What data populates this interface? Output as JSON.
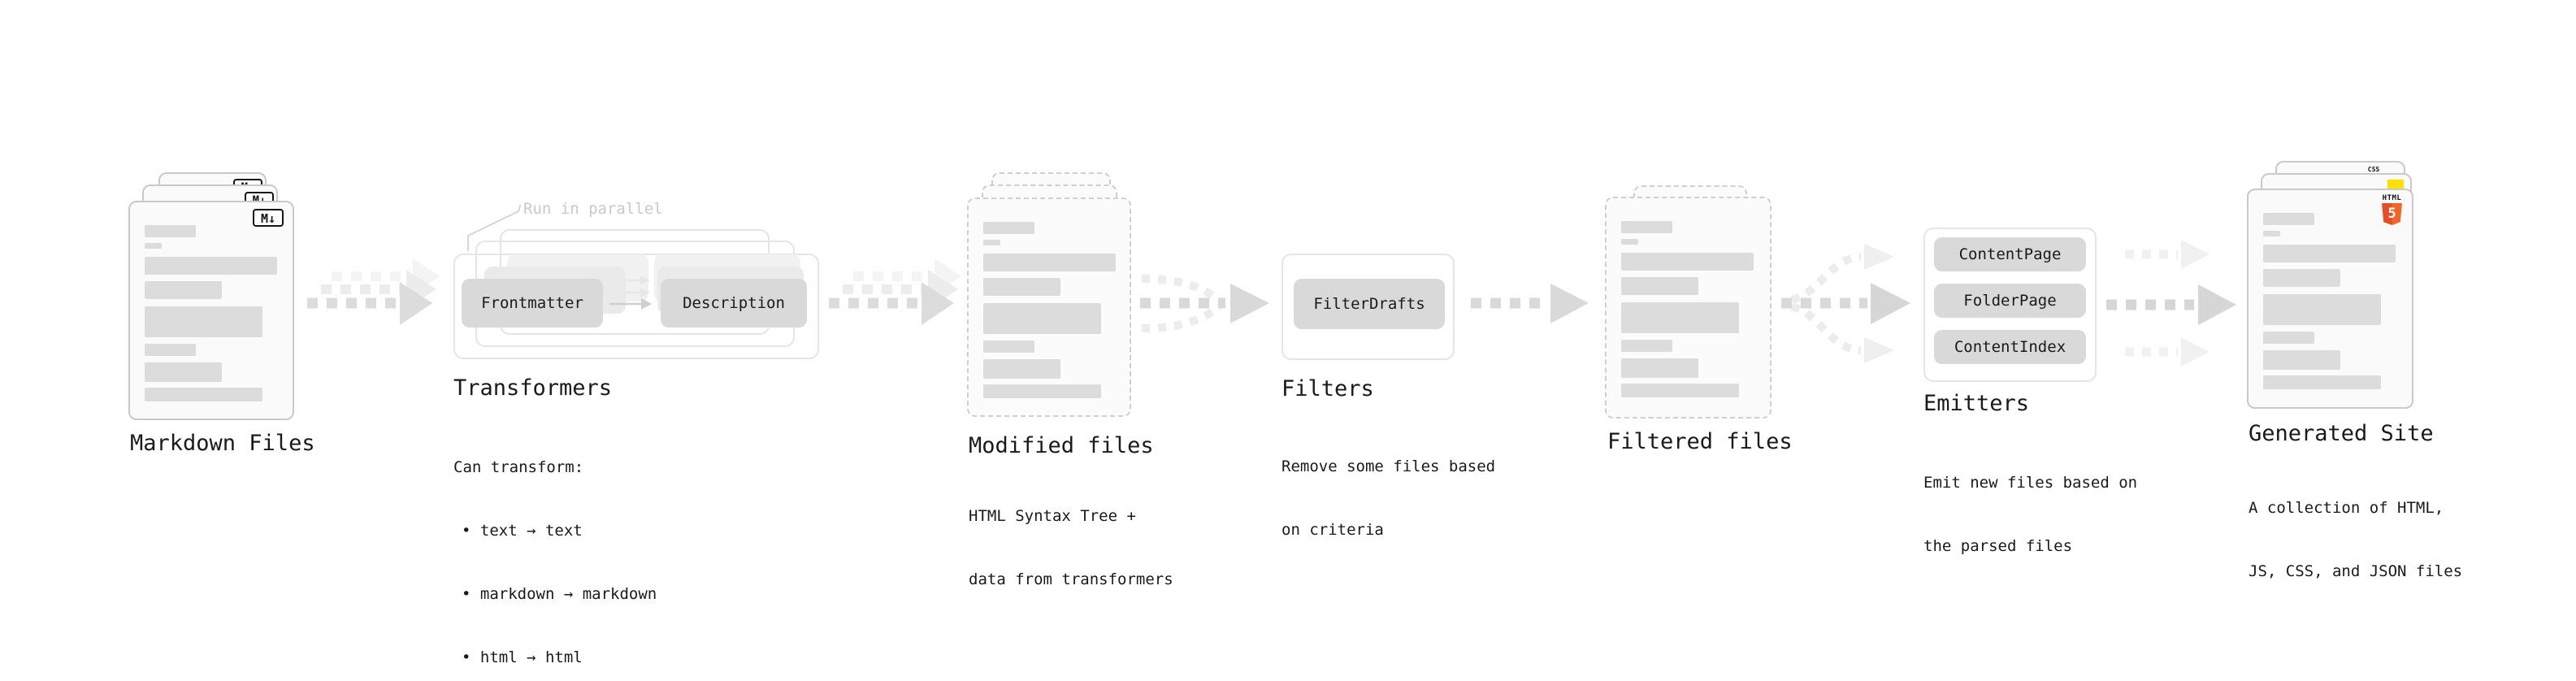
{
  "diagram": {
    "nodes": {
      "markdown_files": {
        "title": "Markdown Files",
        "badge": "M↓"
      },
      "transformers": {
        "title": "Transformers",
        "note": "Run in parallel",
        "input_pill": "Frontmatter",
        "output_pill": "Description",
        "caption_heading": "Can transform:",
        "caption_items": [
          "• text → text",
          "• markdown → markdown",
          "• html → html"
        ]
      },
      "modified_files": {
        "title": "Modified files",
        "caption": [
          "HTML Syntax Tree +",
          "data from transformers"
        ]
      },
      "filters": {
        "title": "Filters",
        "pill": "FilterDrafts",
        "caption": [
          "Remove some files based",
          "on criteria"
        ]
      },
      "filtered_files": {
        "title": "Filtered files"
      },
      "emitters": {
        "title": "Emitters",
        "pills": [
          "ContentPage",
          "FolderPage",
          "ContentIndex"
        ],
        "caption": [
          "Emit new files based on",
          "the parsed files"
        ]
      },
      "generated_site": {
        "title": "Generated Site",
        "caption": [
          "A collection of HTML,",
          "JS, CSS, and JSON files"
        ],
        "badges": {
          "css_label": "CSS",
          "html_label": "HTML",
          "html_number": "5"
        }
      }
    },
    "colors": {
      "background": "#ffffff",
      "card_border": "#c9c9c9",
      "dashed_border": "#cfcfcf",
      "skeleton": "#dcdcdc",
      "pill": "#d9d9d9",
      "arrow_main": "#d9d9d9",
      "arrow_light": "#efefef",
      "html5_orange": "#e44d26",
      "js_yellow": "#ffe000",
      "css_blue": "#2f6fe4"
    }
  }
}
